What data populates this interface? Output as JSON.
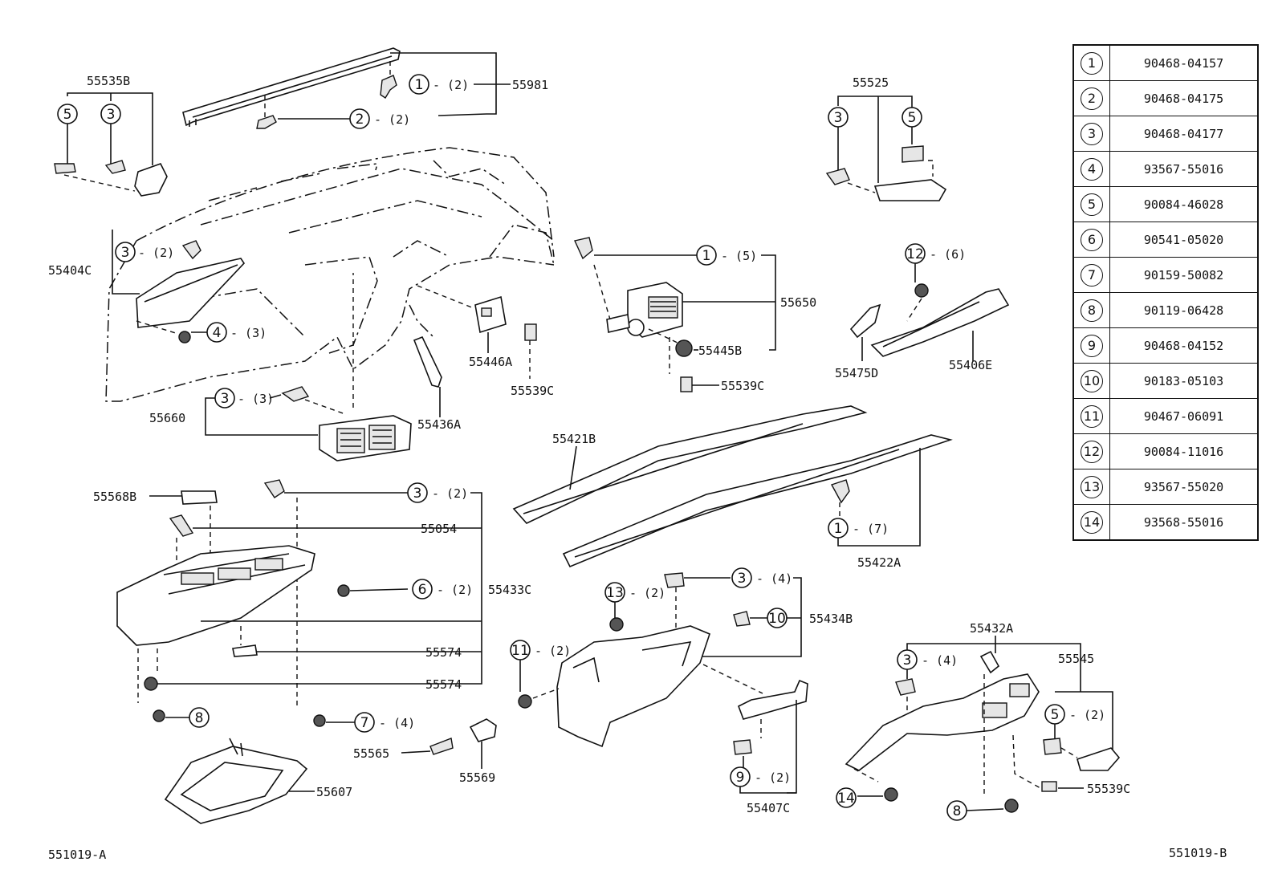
{
  "legend": [
    {
      "num": "1",
      "part": "90468-04157"
    },
    {
      "num": "2",
      "part": "90468-04175"
    },
    {
      "num": "3",
      "part": "90468-04177"
    },
    {
      "num": "4",
      "part": "93567-55016"
    },
    {
      "num": "5",
      "part": "90084-46028"
    },
    {
      "num": "6",
      "part": "90541-05020"
    },
    {
      "num": "7",
      "part": "90159-50082"
    },
    {
      "num": "8",
      "part": "90119-06428"
    },
    {
      "num": "9",
      "part": "90468-04152"
    },
    {
      "num": "10",
      "part": "90183-05103"
    },
    {
      "num": "11",
      "part": "90467-06091"
    },
    {
      "num": "12",
      "part": "90084-11016"
    },
    {
      "num": "13",
      "part": "93567-55020"
    },
    {
      "num": "14",
      "part": "93568-55016"
    }
  ],
  "labels": {
    "p55535B": "55535B",
    "p55981": "55981",
    "p55404C": "55404C",
    "p55660": "55660",
    "p55446A": "55446A",
    "p55539C_a": "55539C",
    "p55436A": "55436A",
    "p55650": "55650",
    "p55445B": "55445B",
    "p55539C_b": "55539C",
    "p55525": "55525",
    "p55475D": "55475D",
    "p55406E": "55406E",
    "p55421B": "55421B",
    "p55422A": "55422A",
    "p55568B": "55568B",
    "p55054": "55054",
    "p55433C": "55433C",
    "p55574_a": "55574",
    "p55574_b": "55574",
    "p55565": "55565",
    "p55569": "55569",
    "p55607": "55607",
    "p55434B": "55434B",
    "p55407C": "55407C",
    "p55432A": "55432A",
    "p55545": "55545",
    "p55539C_c": "55539C"
  },
  "callouts": {
    "c1_top": {
      "num": "1",
      "qty": "- (2)"
    },
    "c2_top": {
      "num": "2",
      "qty": "- (2)"
    },
    "c5_left": {
      "num": "5",
      "qty": ""
    },
    "c3_left": {
      "num": "3",
      "qty": ""
    },
    "c3_cluster": {
      "num": "3",
      "qty": "- (2)"
    },
    "c4_cluster": {
      "num": "4",
      "qty": "- (3)"
    },
    "c3_55660": {
      "num": "3",
      "qty": "- (3)"
    },
    "c1_55650": {
      "num": "1",
      "qty": "- (5)"
    },
    "c3_55525": {
      "num": "3",
      "qty": ""
    },
    "c5_55525": {
      "num": "5",
      "qty": ""
    },
    "c12": {
      "num": "12",
      "qty": "- (6)"
    },
    "c1_55422": {
      "num": "1",
      "qty": "- (7)"
    },
    "c3_glove": {
      "num": "3",
      "qty": "- (2)"
    },
    "c6": {
      "num": "6",
      "qty": "- (2)"
    },
    "c8_left": {
      "num": "8",
      "qty": ""
    },
    "c7": {
      "num": "7",
      "qty": "- (4)"
    },
    "c13": {
      "num": "13",
      "qty": "- (2)"
    },
    "c11": {
      "num": "11",
      "qty": "- (2)"
    },
    "c3_center": {
      "num": "3",
      "qty": "- (4)"
    },
    "c10": {
      "num": "10",
      "qty": ""
    },
    "c9": {
      "num": "9",
      "qty": "- (2)"
    },
    "c3_right": {
      "num": "3",
      "qty": "- (4)"
    },
    "c5_right": {
      "num": "5",
      "qty": "- (2)"
    },
    "c14": {
      "num": "14",
      "qty": ""
    },
    "c8_right": {
      "num": "8",
      "qty": ""
    }
  },
  "footer": {
    "left_code": "551019-A",
    "right_code": "551019-B"
  }
}
